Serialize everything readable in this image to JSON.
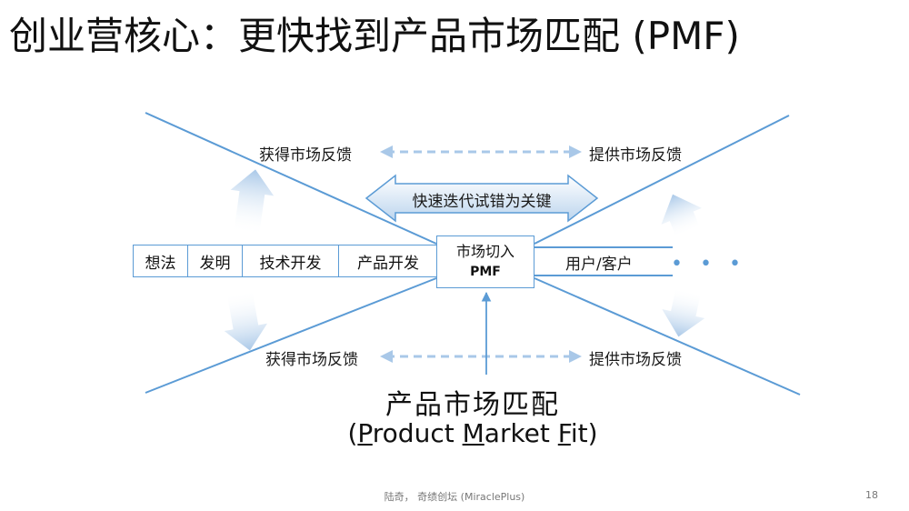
{
  "title": "创业营核心：更快找到产品市场匹配 (PMF)",
  "feedback": {
    "top_left": "获得市场反馈",
    "top_right": "提供市场反馈",
    "bottom_left": "获得市场反馈",
    "bottom_right": "提供市场反馈"
  },
  "banner": "快速迭代试错为关键",
  "stages": [
    "想法",
    "发明",
    "技术开发",
    "产品开发"
  ],
  "center": {
    "line1": "市场切入",
    "line2": "PMF"
  },
  "users": "用户/客户",
  "ellipsis": "• • •",
  "pmf_cn": "产品市场匹配",
  "pmf_en": {
    "open": "(",
    "p": "P",
    "roduct": "roduct ",
    "m": "M",
    "arket": "arket ",
    "f": "F",
    "it": "it)"
  },
  "footer": "陆奇， 奇绩创坛 (MiraclePlus)",
  "page_number": "18",
  "colors": {
    "line": "#5b9bd5",
    "arrow_fill": "#c5dbef",
    "dashed": "#a9c8e8"
  }
}
